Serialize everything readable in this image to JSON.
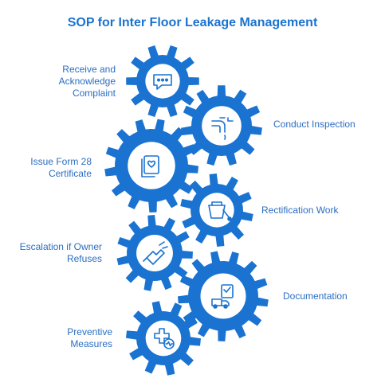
{
  "title": "SOP for Inter Floor Leakage Management",
  "colors": {
    "gear": "#1a73d1",
    "inner": "#ffffff",
    "text": "#2b6ec2"
  },
  "steps": [
    {
      "lines": [
        "Receive and",
        "Acknowledge",
        "Complaint"
      ],
      "icon": "chat-icon"
    },
    {
      "lines": [
        "Conduct Inspection"
      ],
      "icon": "pipe-icon"
    },
    {
      "lines": [
        "Issue Form 28",
        "Certificate"
      ],
      "icon": "certificate-icon"
    },
    {
      "lines": [
        "Rectification Work"
      ],
      "icon": "paint-bucket-icon"
    },
    {
      "lines": [
        "Escalation if Owner",
        "Refuses"
      ],
      "icon": "fist-icon"
    },
    {
      "lines": [
        "Documentation"
      ],
      "icon": "truck-checklist-icon"
    },
    {
      "lines": [
        "Preventive",
        "Measures"
      ],
      "icon": "medical-check-icon"
    }
  ]
}
